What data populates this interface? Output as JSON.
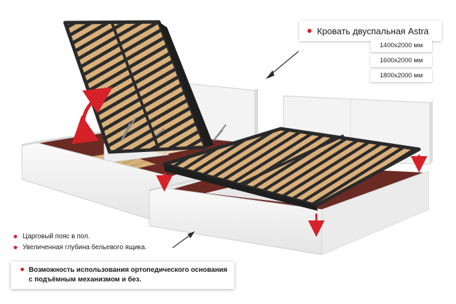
{
  "product": {
    "title": "Кровать двуспальная Astra",
    "sizes": [
      "1400x2000 мм",
      "1600x2000 мм",
      "1800x2000 мм"
    ]
  },
  "features": {
    "items": [
      "Царговый пояс в пол.",
      "Увеличенная глубина бельевого ящика."
    ]
  },
  "highlight": {
    "line1": "Возможность использования ортопедического основания",
    "line2": "с подъёмным механизмом и без."
  },
  "colors": {
    "accent": "#d62128",
    "bed_body": "#f2f2f2",
    "box_interior": "#6b2a24",
    "frame": "#2a2a2a",
    "slats": "#d9b07a"
  },
  "icons": {
    "bullet": "red-dot-icon",
    "arrow_rotate": "curved-double-arrow-icon",
    "arrow_down": "down-arrow-icon",
    "pointer": "pointer-arrow-icon"
  }
}
